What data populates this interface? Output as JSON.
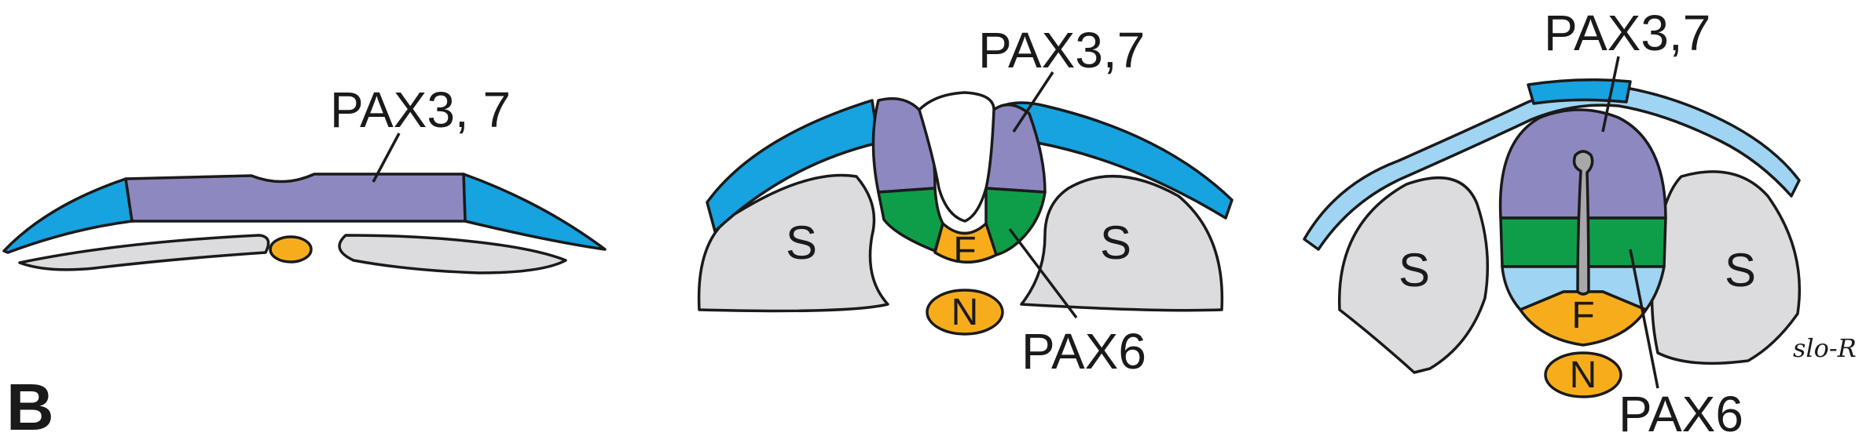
{
  "figure": {
    "panel_letter": "B",
    "signature": "slo-R"
  },
  "stage1": {
    "label_pax37": "PAX3, 7"
  },
  "stage2": {
    "label_pax37": "PAX3,7",
    "label_pax6": "PAX6",
    "somite_left": "S",
    "somite_right": "S",
    "floor_plate": "F",
    "notochord": "N"
  },
  "stage3": {
    "label_pax37": "PAX3,7",
    "label_pax6": "PAX6",
    "somite_left": "S",
    "somite_right": "S",
    "floor_plate": "F",
    "notochord": "N"
  },
  "colors": {
    "ectoderm_blue": "#17a2e0",
    "ectoderm_light": "#9fd4f2",
    "dorsal_purple": "#8e88c0",
    "ventral_green": "#0e9e49",
    "floor_orange": "#f7ad1b",
    "somite_gray": "#dcdcde",
    "outline": "#1a1a1a"
  }
}
